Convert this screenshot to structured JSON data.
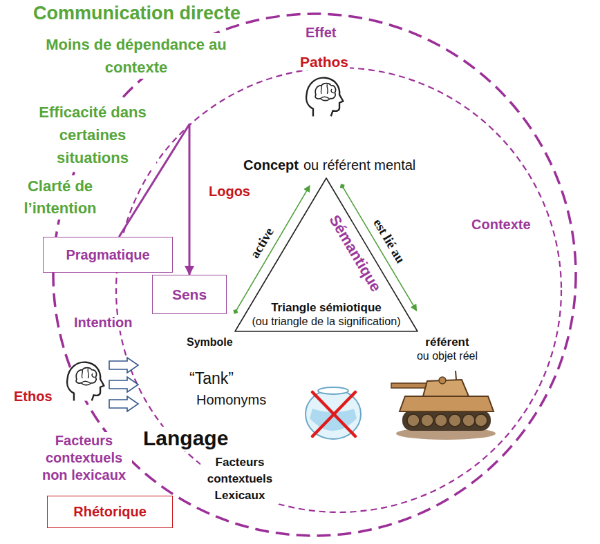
{
  "diagram": {
    "nodes": [
      {
        "text": [
          "Pragmatique"
        ]
      },
      {
        "text": [
          "Sens"
        ]
      },
      {
        "text": [
          "Sémantique",
          "Triangle sémiotique",
          "(ou triangle de la signification)"
        ]
      },
      {
        "text": [
          "Rhétorique"
        ]
      }
    ],
    "edges": [
      {
        "from": 0,
        "to": 1,
        "arrow": "to"
      }
    ],
    "labels": [
      "Communication directe",
      "Moins de dépendance au contexte",
      "Efficacité dans certaines situations",
      "Clarté de l’intention",
      "Effet",
      "Pathos",
      "Concept",
      "ou référent mental",
      "Logos",
      "active",
      "est lié au",
      "Contexte",
      "Intention",
      "Symbole",
      "référent",
      "ou objet réel",
      "Ethos",
      "“Tank”",
      "Homonyms",
      "Langage",
      "Facteurs contextuels Lexicaux",
      "Facteurs contextuels non lexicaux"
    ]
  }
}
